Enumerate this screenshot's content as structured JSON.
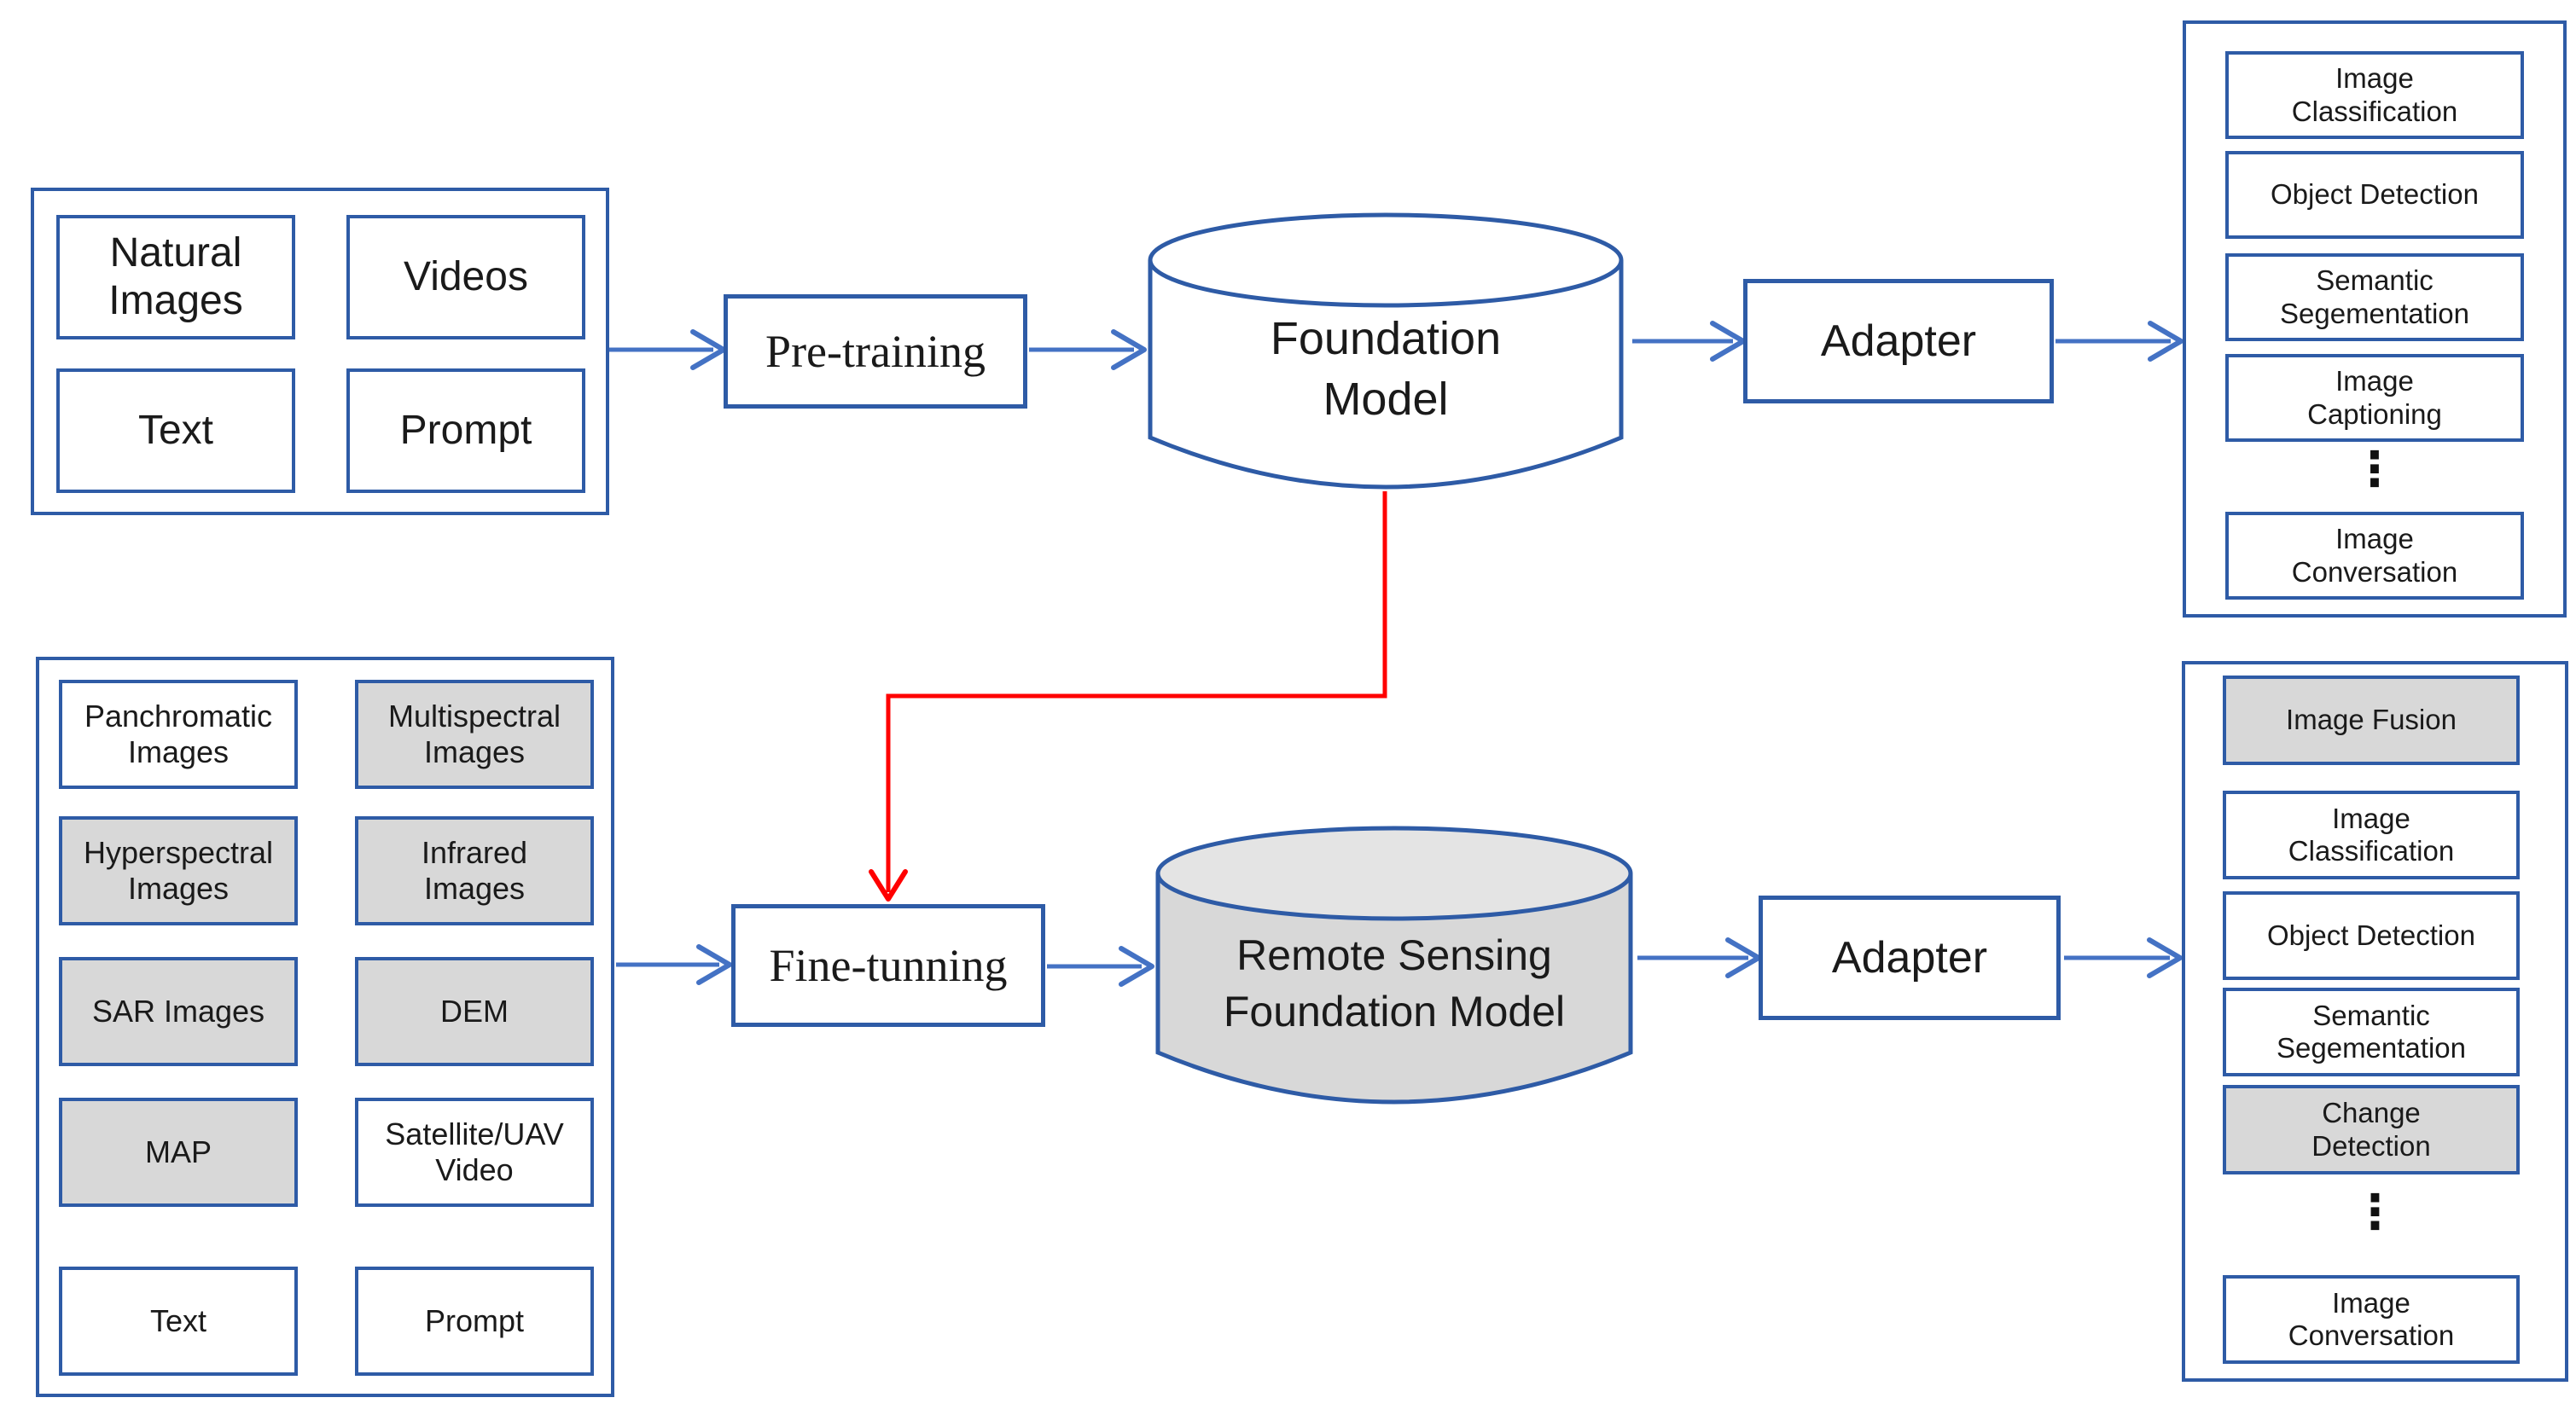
{
  "colors": {
    "border_blue": "#2e5ba6",
    "arrow_blue": "#4472c4",
    "red": "#ff0000",
    "gray_fill": "#d8d8d8",
    "cylinder_top_gray": "#e4e4e4",
    "white": "#ffffff"
  },
  "pretrain_flow": {
    "inputs": {
      "items": [
        {
          "label": "Natural Images",
          "gray": false
        },
        {
          "label": "Videos",
          "gray": false
        },
        {
          "label": "Text",
          "gray": false
        },
        {
          "label": "Prompt",
          "gray": false
        }
      ]
    },
    "process": {
      "label": "Pre-training"
    },
    "model": {
      "label": "Foundation Model"
    },
    "adapter": {
      "label": "Adapter"
    },
    "tasks": {
      "items": [
        {
          "label": "Image Classification",
          "gray": false
        },
        {
          "label": "Object Detection",
          "gray": false
        },
        {
          "label": "Semantic Segementation",
          "gray": false
        },
        {
          "label": "Image Captioning",
          "gray": false
        },
        {
          "label": "Image Conversation",
          "gray": false
        }
      ],
      "ellipsis": "⋮"
    }
  },
  "finetune_flow": {
    "inputs": {
      "items": [
        {
          "label": "Panchromatic Images",
          "gray": false
        },
        {
          "label": "Multispectral Images",
          "gray": true
        },
        {
          "label": "Hyperspectral Images",
          "gray": true
        },
        {
          "label": "Infrared Images",
          "gray": true
        },
        {
          "label": "SAR Images",
          "gray": true
        },
        {
          "label": "DEM",
          "gray": true
        },
        {
          "label": "MAP",
          "gray": true
        },
        {
          "label": "Satellite/UAV Video",
          "gray": false
        },
        {
          "label": "Text",
          "gray": false
        },
        {
          "label": "Prompt",
          "gray": false
        }
      ]
    },
    "process": {
      "label": "Fine-tunning"
    },
    "model": {
      "label": "Remote Sensing Foundation Model"
    },
    "adapter": {
      "label": "Adapter"
    },
    "tasks": {
      "items": [
        {
          "label": "Image Fusion",
          "gray": true
        },
        {
          "label": "Image Classification",
          "gray": false
        },
        {
          "label": "Object Detection",
          "gray": false
        },
        {
          "label": "Semantic Segementation",
          "gray": false
        },
        {
          "label": "Change Detection",
          "gray": true
        },
        {
          "label": "Image Conversation",
          "gray": false
        }
      ],
      "ellipsis": "⋮"
    }
  }
}
